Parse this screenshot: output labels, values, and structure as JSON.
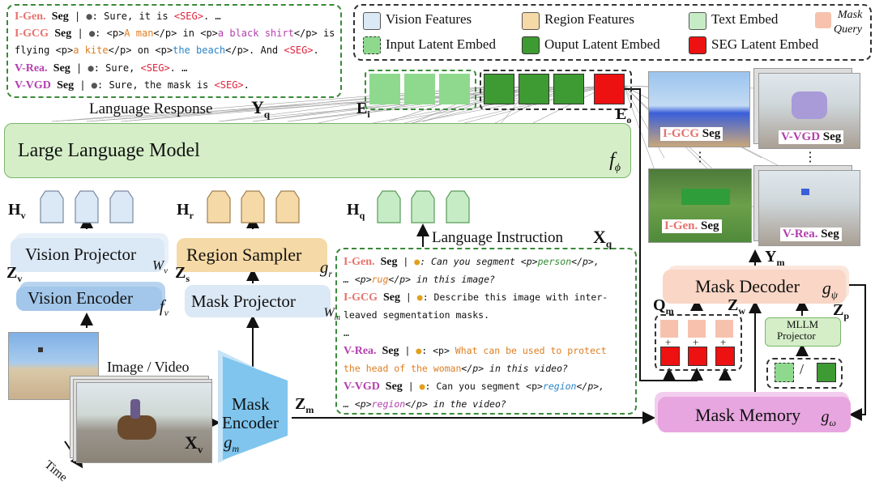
{
  "responses": {
    "line1": {
      "task": "I-Gen.",
      "seg": "Seg",
      "sep": "|",
      "text": ": Sure, it is",
      "tag": "<SEG>",
      "tail": ". …"
    },
    "line2": {
      "task": "I-GCG",
      "seg": "Seg",
      "sep": "|",
      "p1": ": <p>",
      "a": "A man",
      "p2": "</p> in <p>",
      "b": "a black shirt",
      "p3": "</p> is"
    },
    "line3": {
      "t1": "flying <p>",
      "c": "a kite",
      "t2": "</p> on <p>",
      "d": "the beach",
      "t3": "</p>.  And",
      "tag": "<SEG>",
      "t4": "."
    },
    "line4": {
      "task": "V-Rea.",
      "seg": "Seg",
      "sep": "|",
      "text": ": Sure,",
      "tag": "<SEG>",
      "tail": ". …"
    },
    "line5": {
      "task": "V-VGD",
      "seg": "Seg",
      "sep": "|",
      "text": ": Sure, the mask is",
      "tag": "<SEG>",
      "tail": "."
    }
  },
  "legend": {
    "vision": "Vision Features",
    "region": "Region Features",
    "text": "Text Embed",
    "mask_query_1": "Mask",
    "mask_query_2": "Query",
    "input_latent": "Input Latent Embed",
    "output_latent": "Ouput Latent Embed",
    "seg_latent": "SEG Latent Embed"
  },
  "labels": {
    "language_response": "Language Response",
    "yq": "Y",
    "yq_sub": "q",
    "ei": "E",
    "ei_sub": "i",
    "eo": "E",
    "eo_sub": "o",
    "llm": "Large Language Model",
    "f_phi": "f",
    "f_phi_sub": "ϕ",
    "hv": "H",
    "hv_sub": "v",
    "hr": "H",
    "hr_sub": "r",
    "hq": "H",
    "hq_sub": "q",
    "vision_projector": "Vision Projector",
    "wv": "W",
    "wv_sub": "v",
    "zv": "Z",
    "zv_sub": "v",
    "vision_encoder": "Vision Encoder",
    "fv": "f",
    "fv_sub": "v",
    "region_sampler": "Region Sampler",
    "gr": "g",
    "gr_sub": "r",
    "zs": "Z",
    "zs_sub": "s",
    "mask_projector": "Mask Projector",
    "wm": "W",
    "wm_sub": "m",
    "language_instruction": "Language Instruction",
    "xq": "X",
    "xq_sub": "q",
    "image_video": "Image / Video",
    "time": "Time",
    "xv": "X",
    "xv_sub": "v",
    "mask_encoder_1": "Mask",
    "mask_encoder_2": "Encoder",
    "gm": "g",
    "gm_sub": "m",
    "zm": "Z",
    "zm_sub": "m",
    "mask_decoder": "Mask Decoder",
    "g_psi": "g",
    "g_psi_sub": "ψ",
    "ym": "Y",
    "ym_sub": "m",
    "qm": "Q",
    "qm_sub": "m",
    "zw": "Z",
    "zw_sub": "w",
    "zp": "Z",
    "zp_sub": "p",
    "mllm_projector_1": "MLLM",
    "mllm_projector_2": "Projector",
    "slash": "/",
    "plus": "+",
    "mask_memory": "Mask Memory",
    "g_omega": "g",
    "g_omega_sub": "ω",
    "dots": "⋮"
  },
  "instructions": {
    "l1": {
      "task": "I-Gen.",
      "seg": "Seg",
      "sep": "|",
      "text": ": Can you segment <p>",
      "x": "person",
      "t2": "</p>,"
    },
    "l2": {
      "t1": "… <p>",
      "x": "rug",
      "t2": "</p> in this image?"
    },
    "l3": {
      "task": "I-GCG",
      "seg": "Seg",
      "sep": "|",
      "text": ": Describe this image with inter-"
    },
    "l4": {
      "text": "leaved segmentation masks."
    },
    "l5": {
      "text": "…"
    },
    "l6": {
      "task": "V-Rea.",
      "seg": "Seg",
      "sep": "|",
      "t1": ": <p>",
      "x": " What can be used to protect"
    },
    "l7": {
      "x": "the head of the woman",
      "t2": "</p> in this video?"
    },
    "l8": {
      "task": "V-VGD",
      "seg": "Seg",
      "sep": "|",
      "text": ": Can you segment <p>",
      "x": "region",
      "t2": "</p>,"
    },
    "l9": {
      "t1": "… <p>",
      "x": "region",
      "t2": "</p> in the video?"
    }
  },
  "results": {
    "r1": {
      "task": "I-GCG",
      "seg": "Seg"
    },
    "r2": {
      "task": "V-VGD",
      "seg": "Seg"
    },
    "r3": {
      "task": "I-Gen.",
      "seg": "Seg"
    },
    "r4": {
      "task": "V-Rea.",
      "seg": "Seg"
    }
  },
  "colors": {
    "vision": "#dbe8f5",
    "region": "#f5d9a6",
    "text": "#c6ecc6",
    "input_latent": "#8fd98f",
    "output_latent": "#3e9a33",
    "seg_latent": "#ee1111",
    "mask_query": "#f6c2ad",
    "llm": "#d5eec8",
    "mask_decoder": "#f9d6c5",
    "mask_memory": "#e8a6e0",
    "mask_encoder": "#7fc5ee"
  }
}
